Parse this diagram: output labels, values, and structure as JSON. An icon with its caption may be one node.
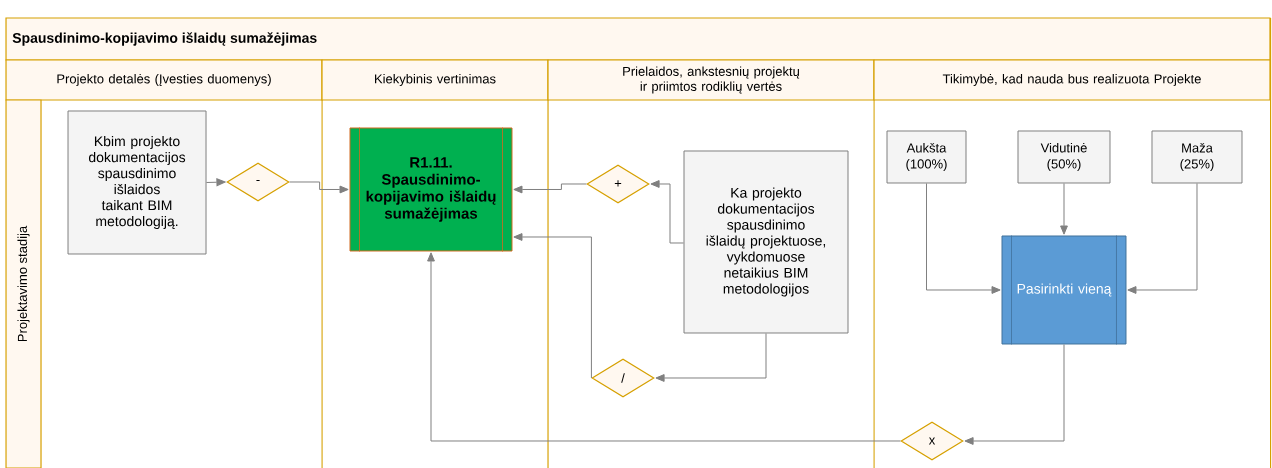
{
  "diagram": {
    "nodes": [
      {
        "text": [
          "Spausdinimo-kopijavimo išlaidų sumažėjimas"
        ]
      },
      {
        "text": [
          "Projekto detalės (Įvesties duomenys)"
        ],
        "in": 0
      },
      {
        "text": [
          "Kiekybinis vertinimas"
        ],
        "in": 0
      },
      {
        "text": [
          "Prielaidos, ankstesnių projektų ir priimtos rodiklių vertės"
        ],
        "in": 0
      },
      {
        "text": [
          "Tikimybė, kad nauda bus realizuota Projekte"
        ],
        "in": 0
      },
      {
        "text": [
          "Projektavimo stadija"
        ],
        "in": 0
      },
      {
        "text": [
          "Kbim projekto dokumentacijos spausdinimo išlaidos taikant BIM metodologiją."
        ],
        "in": 0
      },
      {
        "text": [
          "-"
        ],
        "in": 0
      },
      {
        "text": [
          "R1.11. Spausdinimo-kopijavimo išlaidų sumažėjimas"
        ],
        "in": 0
      },
      {
        "text": [
          "+"
        ],
        "in": 0
      },
      {
        "text": [
          "Ka projekto dokumentacijos spausdinimo išlaidų projektuose, vykdomuose netaikius BIM metodologijos"
        ],
        "in": 0
      },
      {
        "text": [
          "/"
        ],
        "in": 0
      },
      {
        "text": [
          "Aukšta (100%)"
        ],
        "in": 0
      },
      {
        "text": [
          "Vidutinė (50%)"
        ],
        "in": 0
      },
      {
        "text": [
          "Maža (25%)"
        ],
        "in": 0
      },
      {
        "text": [
          "Pasirinkti vieną"
        ],
        "in": 0
      },
      {
        "text": [
          "x"
        ],
        "in": 0
      }
    ],
    "edges": [
      {
        "from": 6,
        "to": 7,
        "arrow": "to"
      },
      {
        "from": 7,
        "to": 8,
        "arrow": "to"
      },
      {
        "from": 9,
        "to": 8,
        "arrow": "to"
      },
      {
        "from": 10,
        "to": 9,
        "arrow": "to"
      },
      {
        "from": 10,
        "to": 11,
        "arrow": "to"
      },
      {
        "from": 11,
        "to": 8,
        "arrow": "to"
      },
      {
        "from": 12,
        "to": 15,
        "arrow": "to"
      },
      {
        "from": 13,
        "to": 15,
        "arrow": "to"
      },
      {
        "from": 14,
        "to": 15,
        "arrow": "to"
      },
      {
        "from": 15,
        "to": 16,
        "arrow": "to"
      },
      {
        "from": 16,
        "to": 8,
        "arrow": "to"
      }
    ]
  }
}
